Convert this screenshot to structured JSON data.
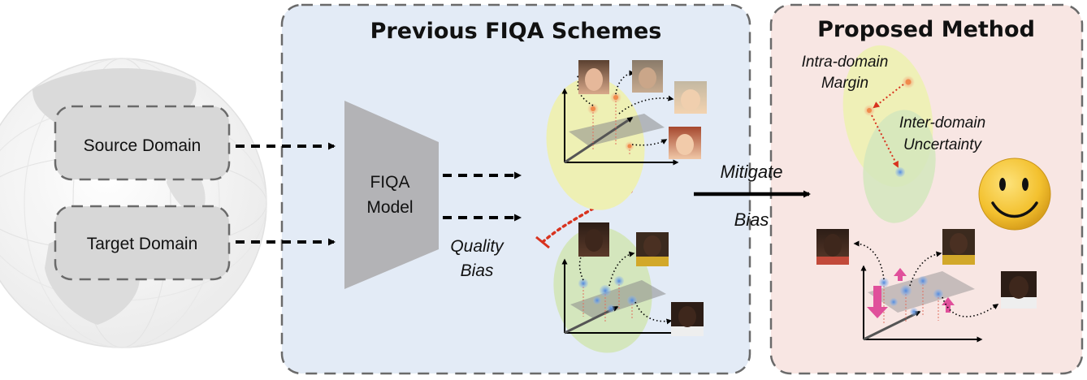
{
  "left": {
    "source_label": "Source Domain",
    "target_label": "Target Domain"
  },
  "previous": {
    "title": "Previous FIQA Schemes",
    "model_line1": "FIQA",
    "model_line2": "Model",
    "bias_line1": "Quality",
    "bias_line2": "Bias"
  },
  "middle": {
    "mitigate": "Mitigate",
    "bias": "Bias"
  },
  "proposed": {
    "title": "Proposed Method",
    "intra_line1": "Intra-domain",
    "intra_line2": "Margin",
    "inter_line1": "Inter-domain",
    "inter_line2": "Uncertainty"
  },
  "colors": {
    "previous_panel_bg": "#e3ebf6",
    "proposed_panel_bg": "#f8e6e3",
    "domain_box_bg": "#d7d7d7",
    "model_trapezoid": "#b3b3b6",
    "yellow_ellipse": "#eef0b4",
    "green_ellipse": "#d4e6bd",
    "orange_points": "#f08a4b",
    "blue_points": "#6b9de0",
    "bias_dotted_red": "#d8331f",
    "pink_arrows": "#e0509b",
    "smiley_face": "#f5c431"
  },
  "icons": [
    "globe-icon",
    "smiley-face-icon",
    "face-thumbnail-icon"
  ]
}
